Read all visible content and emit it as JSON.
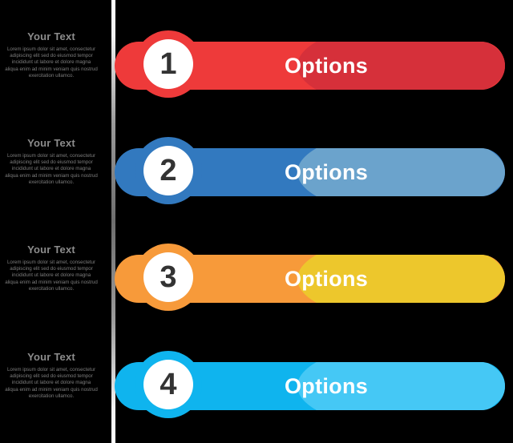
{
  "diagram": {
    "title": "4-Step Options Infographic",
    "background_color": "#000000",
    "divider": {
      "name": "vertical-gradient-line",
      "color_top": "#ffffff",
      "color_mid": "#6e6e6e"
    },
    "rows": [
      {
        "number": "1",
        "bar_label": "Options",
        "heading": "Your Text",
        "body": "Lorem ipsum dolor sit amet, consectetur adipiscing elit sed do eiusmod tempor incididunt ut labore et dolore magna aliqua enim ad minim veniam quis nostrud exercitation ullamco.",
        "bar_color": "#ee3a3a",
        "overlay_color": "#d6303a",
        "ring_color": "#ee3a3a",
        "number_color": "#333333",
        "label_color": "#ffffff"
      },
      {
        "number": "2",
        "bar_label": "Options",
        "heading": "Your Text",
        "body": "Lorem ipsum dolor sit amet, consectetur adipiscing elit sed do eiusmod tempor incididunt ut labore et dolore magna aliqua enim ad minim veniam quis nostrud exercitation ullamco.",
        "bar_color": "#3279bf",
        "overlay_color": "#6ba3cc",
        "ring_color": "#3279bf",
        "number_color": "#333333",
        "label_color": "#ffffff"
      },
      {
        "number": "3",
        "bar_label": "Options",
        "heading": "Your Text",
        "body": "Lorem ipsum dolor sit amet, consectetur adipiscing elit sed do eiusmod tempor incididunt ut labore et dolore magna aliqua enim ad minim veniam quis nostrud exercitation ullamco.",
        "bar_color": "#f79a3a",
        "overlay_color": "#edc72c",
        "ring_color": "#f79a3a",
        "number_color": "#333333",
        "label_color": "#ffffff"
      },
      {
        "number": "4",
        "bar_label": "Options",
        "heading": "Your Text",
        "body": "Lorem ipsum dolor sit amet, consectetur adipiscing elit sed do eiusmod tempor incididunt ut labore et dolore magna aliqua enim ad minim veniam quis nostrud exercitation ullamco.",
        "bar_color": "#0fb4ee",
        "overlay_color": "#45c8f5",
        "ring_color": "#0fb4ee",
        "number_color": "#333333",
        "label_color": "#ffffff"
      }
    ]
  }
}
